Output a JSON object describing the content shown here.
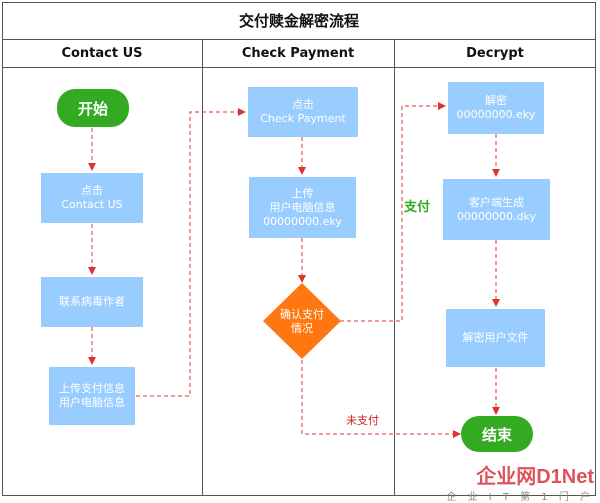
{
  "title": "交付赎金解密流程",
  "lanes": [
    "Contact US",
    "Check Payment",
    "Decrypt"
  ],
  "nodes": {
    "start": "开始",
    "click_contact_1": "点击",
    "click_contact_2": "Contact US",
    "contact_author": "联系病毒作者",
    "upload_pay_1": "上传支付信息",
    "upload_pay_2": "用户电脑信息",
    "click_check_1": "点击",
    "click_check_2": "Check Payment",
    "upload_info_1": "上传",
    "upload_info_2": "用户电脑信息",
    "upload_info_3": "00000000.eky",
    "confirm_1": "确认支付",
    "confirm_2": "情况",
    "decrypt_1": "解密",
    "decrypt_2": "00000000.eky",
    "client_gen_1": "客户端生成",
    "client_gen_2": "00000000.dky",
    "decrypt_files": "解密用户文件",
    "end": "结束"
  },
  "edge_labels": {
    "paid": "支付",
    "unpaid": "未支付"
  },
  "watermark": {
    "main": "企业网D1Net",
    "sub": "企 业 I T 第 1 门 户"
  },
  "colors": {
    "process": "#99ccff",
    "terminal": "#33aa22",
    "decision": "#ff7711",
    "arrow": "#dd3333"
  }
}
